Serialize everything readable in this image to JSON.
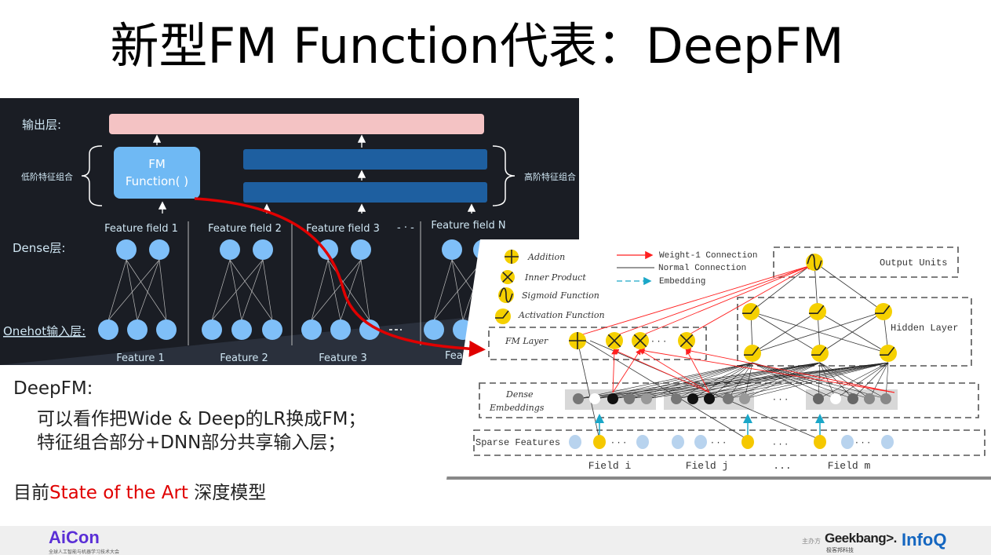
{
  "title": "新型FM Function代表：DeepFM",
  "left_diagram": {
    "output_layer": "输出层:",
    "low_order": "低阶特征组合",
    "high_order": "高阶特征组合",
    "fm_line1": "FM",
    "fm_line2": "Function( )",
    "dense_layer": "Dense层:",
    "onehot_layer": "Onehot输入层:",
    "fields": [
      "Feature field 1",
      "Feature field 2",
      "Feature field 3",
      "Feature field N"
    ],
    "features": [
      "Feature 1",
      "Feature 2",
      "Feature 3",
      "Feat"
    ],
    "ellipsis": "- · -"
  },
  "right_diagram": {
    "legend": {
      "addition": "Addition",
      "inner_product": "Inner Product",
      "sigmoid": "Sigmoid Function",
      "activation": "Activation Function",
      "weight1": "Weight-1 Connection",
      "normal": "Normal Connection",
      "embedding": "Embedding"
    },
    "output_units": "Output Units",
    "hidden_layer": "Hidden Layer",
    "fm_layer": "FM Layer",
    "dense_line1": "Dense",
    "dense_line2": "Embeddings",
    "sparse": "Sparse Features",
    "fields": [
      "Field i",
      "Field j",
      "...",
      "Field m"
    ],
    "dots": "· · ·",
    "colors": {
      "node": "#f5d000",
      "sparse_light": "#b8d3ee",
      "weight1": "#ff2020",
      "embedding": "#1aa7c8"
    }
  },
  "body": {
    "heading": "DeepFM:",
    "line1": "可以看作把Wide & Deep的LR换成FM；",
    "line2": "特征组合部分+DNN部分共享输入层；",
    "sota_prefix": "目前",
    "sota_red": "State of the Art",
    "sota_suffix": " 深度模型"
  },
  "footer": {
    "aicon": "AiCon",
    "aicon_sub": "全球人工智能与机器学习技术大会",
    "organizer": "主办方",
    "geekbang": "Geekbang>.",
    "geekbang_sub": "极客邦科技",
    "infoq": "InfoQ"
  }
}
